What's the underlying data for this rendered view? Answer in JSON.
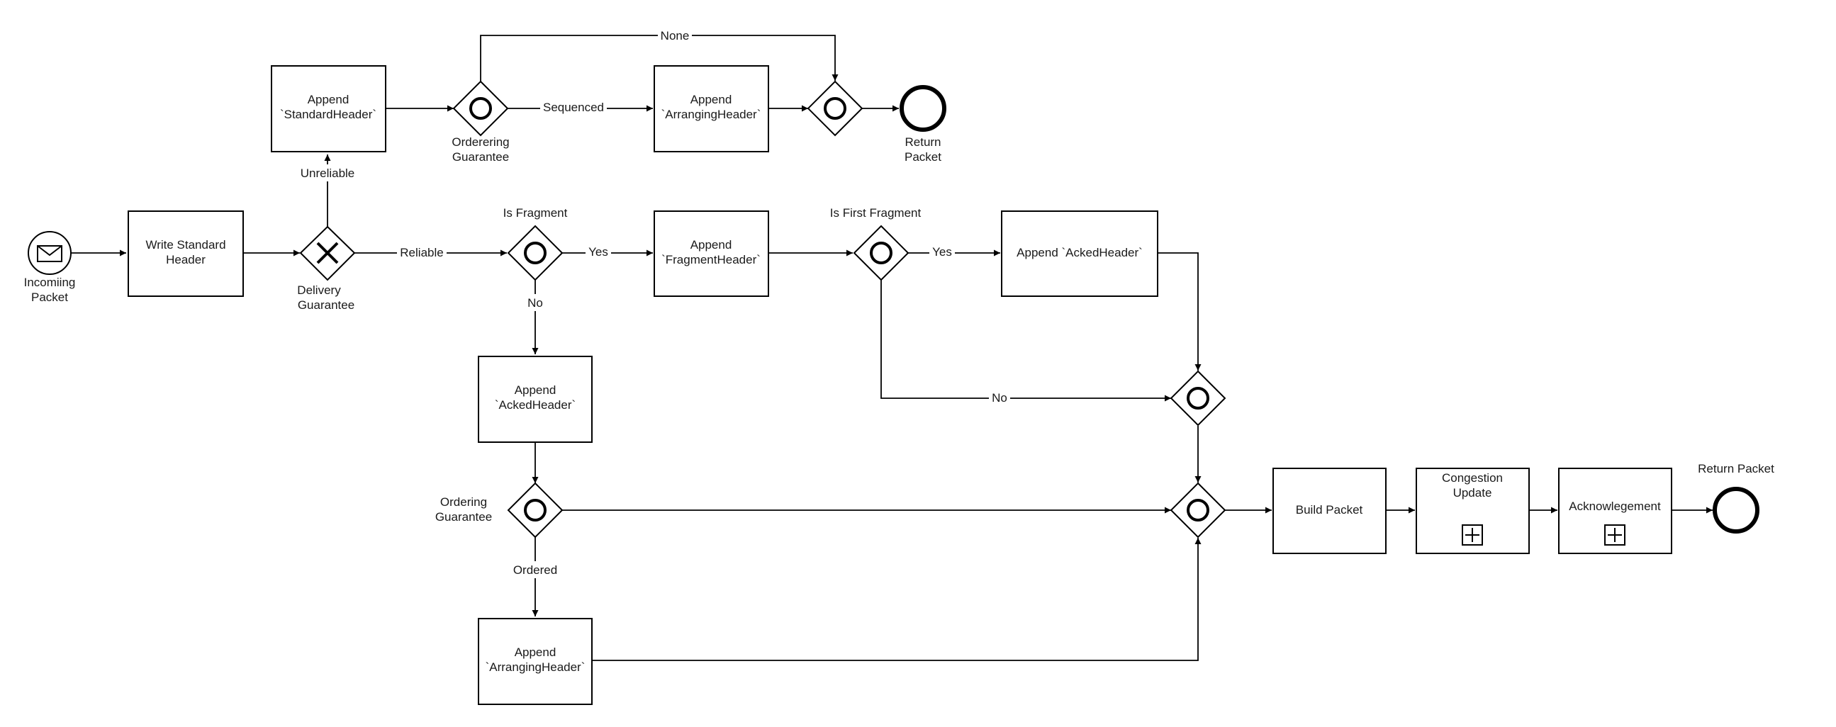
{
  "diagram": {
    "events": {
      "start": [
        "Incomiing",
        "Packet"
      ],
      "end_top": [
        "Return",
        "Packet"
      ],
      "end_right": "Return Packet"
    },
    "tasks": {
      "write_standard_header": [
        "Write Standard",
        "Header"
      ],
      "append_standard_header": [
        "Append",
        "`StandardHeader`"
      ],
      "append_arranging_header_top": [
        "Append",
        "`ArrangingHeader`"
      ],
      "append_fragment_header": [
        "Append",
        "`FragmentHeader`"
      ],
      "append_acked_header_right": "Append `AckedHeader`",
      "append_acked_header_mid": [
        "Append",
        "`AckedHeader`"
      ],
      "append_arranging_header_bottom": [
        "Append",
        "`ArrangingHeader`"
      ],
      "build_packet": "Build Packet",
      "congestion_update": [
        "Congestion",
        "Update"
      ],
      "acknowledgement": "Acknowlegement"
    },
    "gateways": {
      "delivery_guarantee": [
        "Delivery",
        "Guarantee"
      ],
      "ordering_guarantee_top": [
        "Orderering",
        "Guarantee"
      ],
      "is_fragment": "Is Fragment",
      "is_first_fragment": "Is First Fragment",
      "ordering_guarantee_bottom": [
        "Ordering",
        "Guarantee"
      ]
    },
    "flow_labels": {
      "unreliable": "Unreliable",
      "reliable": "Reliable",
      "none": "None",
      "sequenced": "Sequenced",
      "yes_fragment": "Yes",
      "no_fragment": "No",
      "yes_first": "Yes",
      "no_first": "No",
      "ordered": "Ordered"
    }
  }
}
